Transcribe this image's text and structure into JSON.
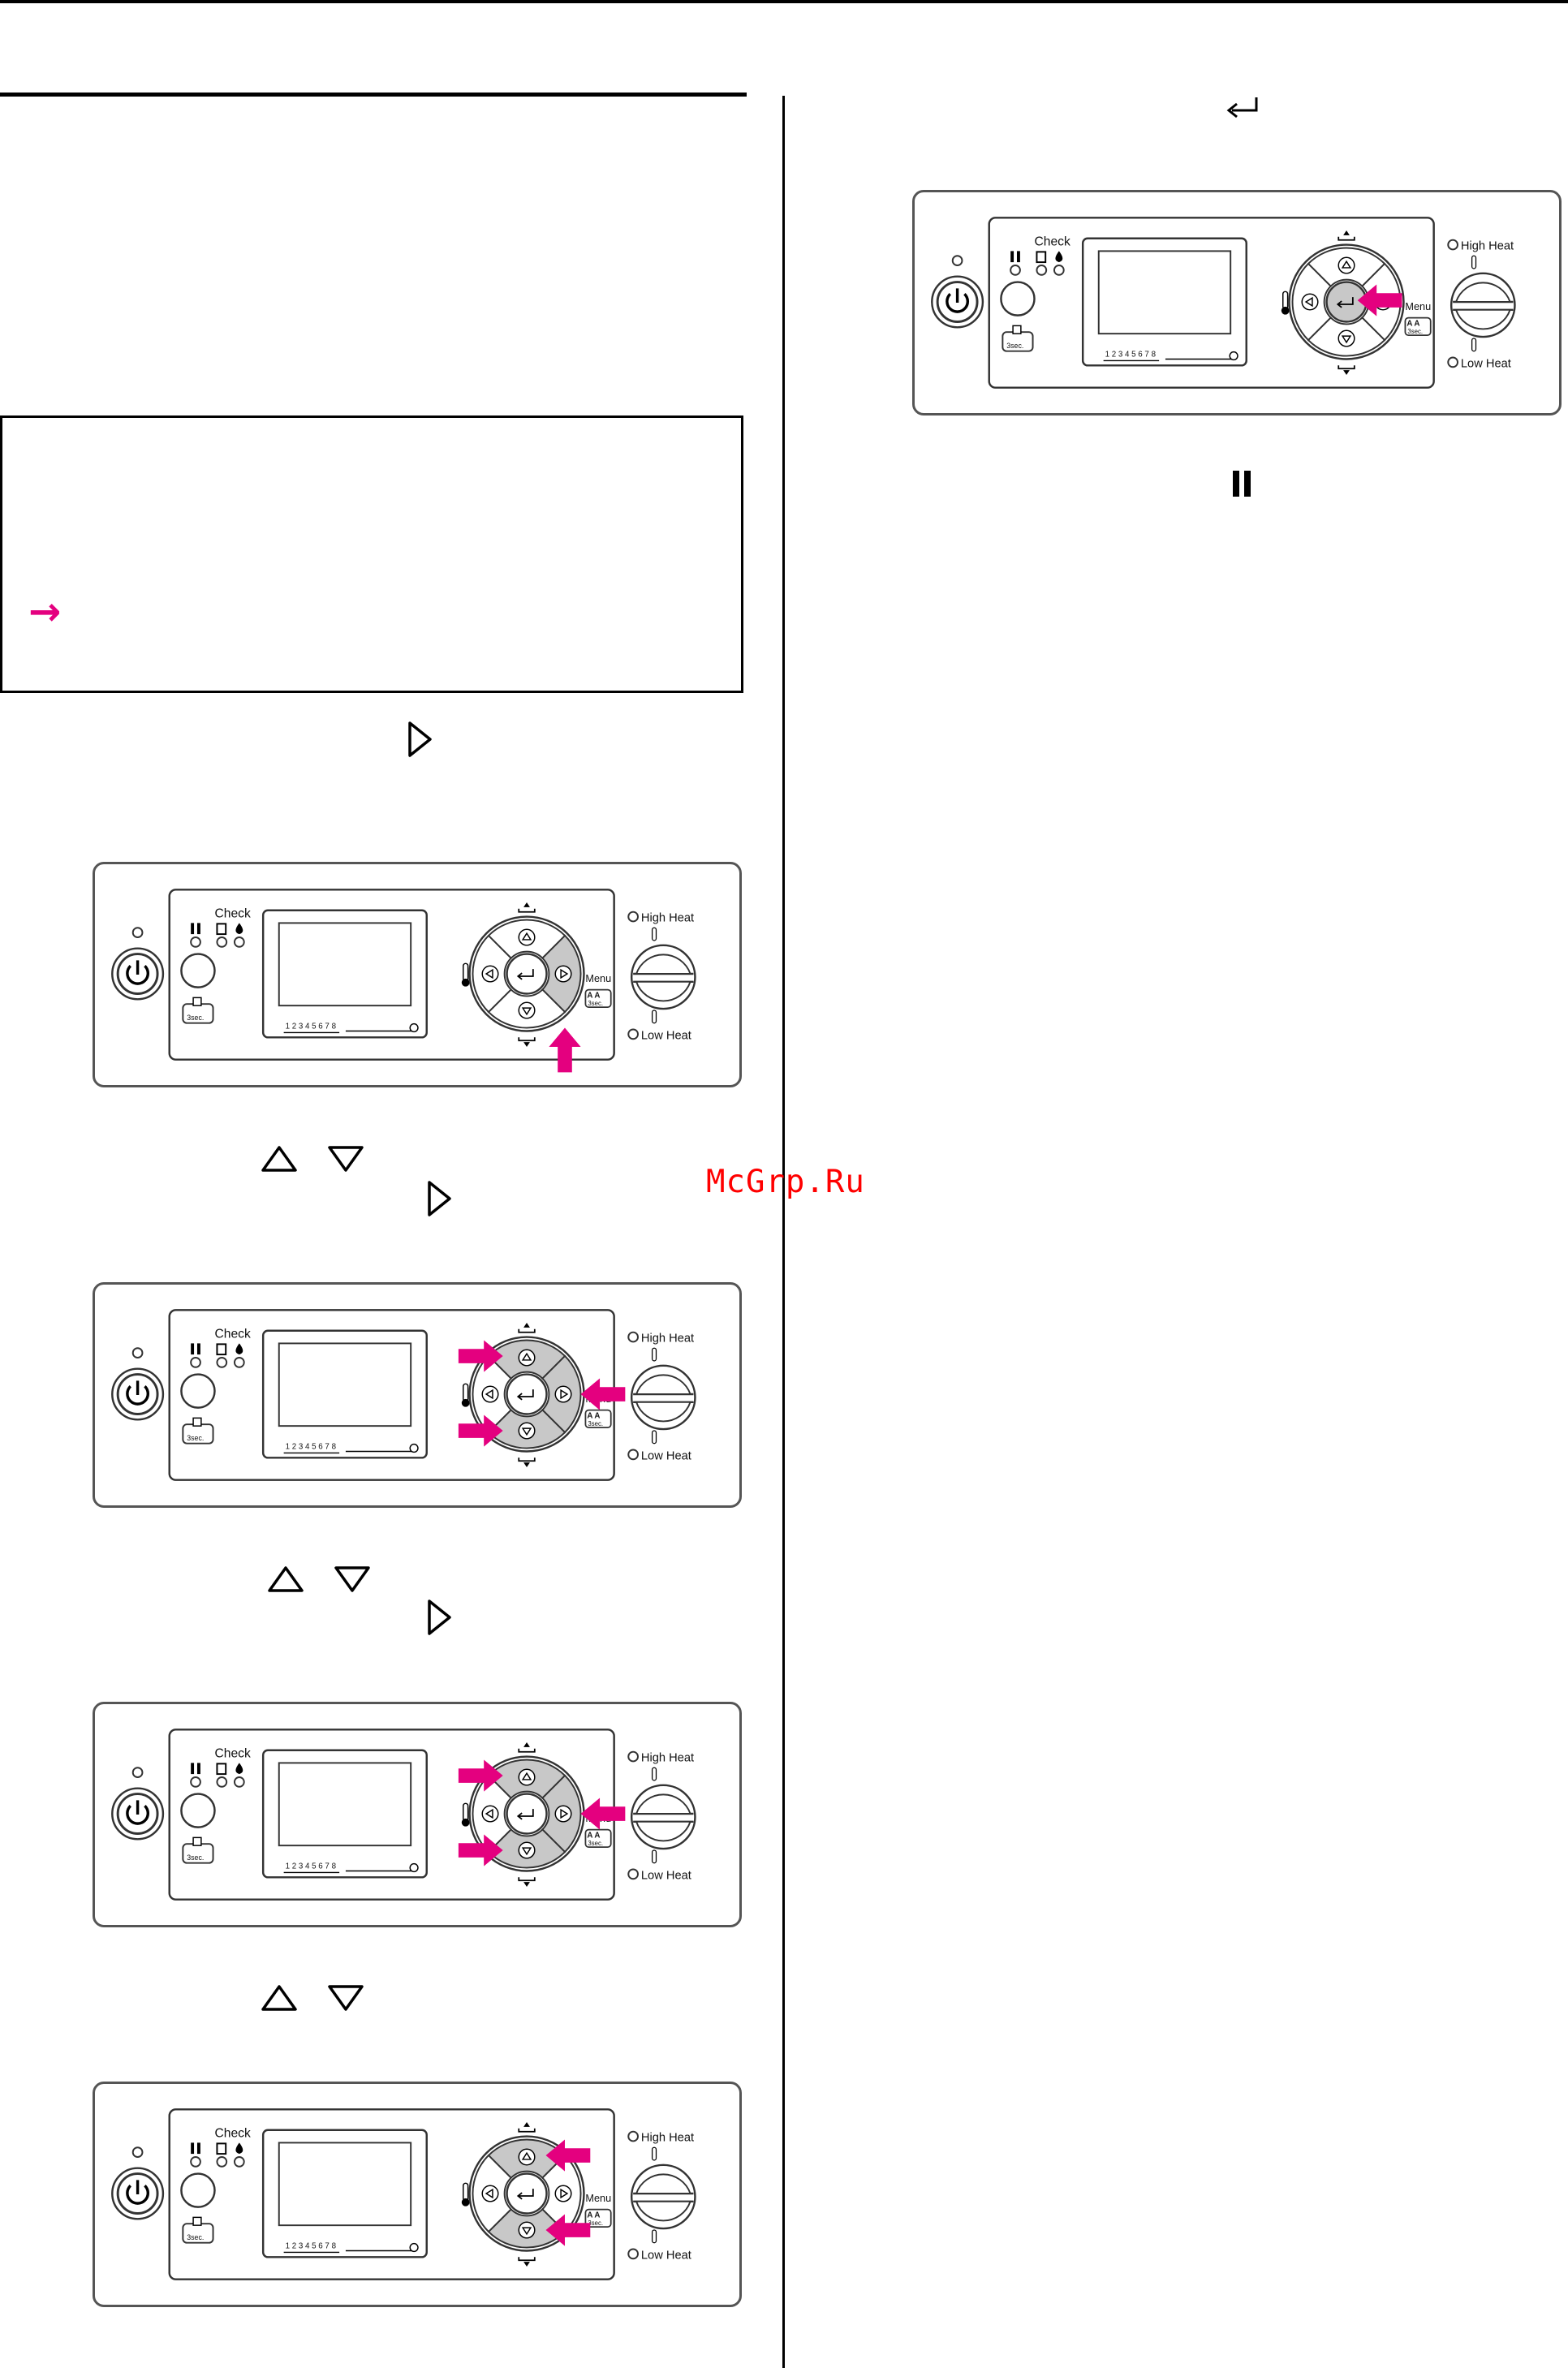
{
  "watermark": "McGrp.Ru",
  "panel_labels": {
    "check": "Check",
    "high_heat": "High Heat",
    "low_heat": "Low Heat",
    "menu": "Menu",
    "three_sec": "3sec.",
    "indicator_scale": "1 2 3 4 5 6 7 8",
    "aa": "A A"
  },
  "colors": {
    "accent": "#e4007f",
    "button_gray": "#c8c8c8",
    "outline": "#333333"
  },
  "icons": {
    "right_arrow": "right-triangle-icon",
    "up_arrow": "up-triangle-icon",
    "down_arrow": "down-triangle-icon",
    "enter": "enter-icon",
    "pause": "pause-icon",
    "note": "arrow-right-icon"
  },
  "note_arrow": "→"
}
